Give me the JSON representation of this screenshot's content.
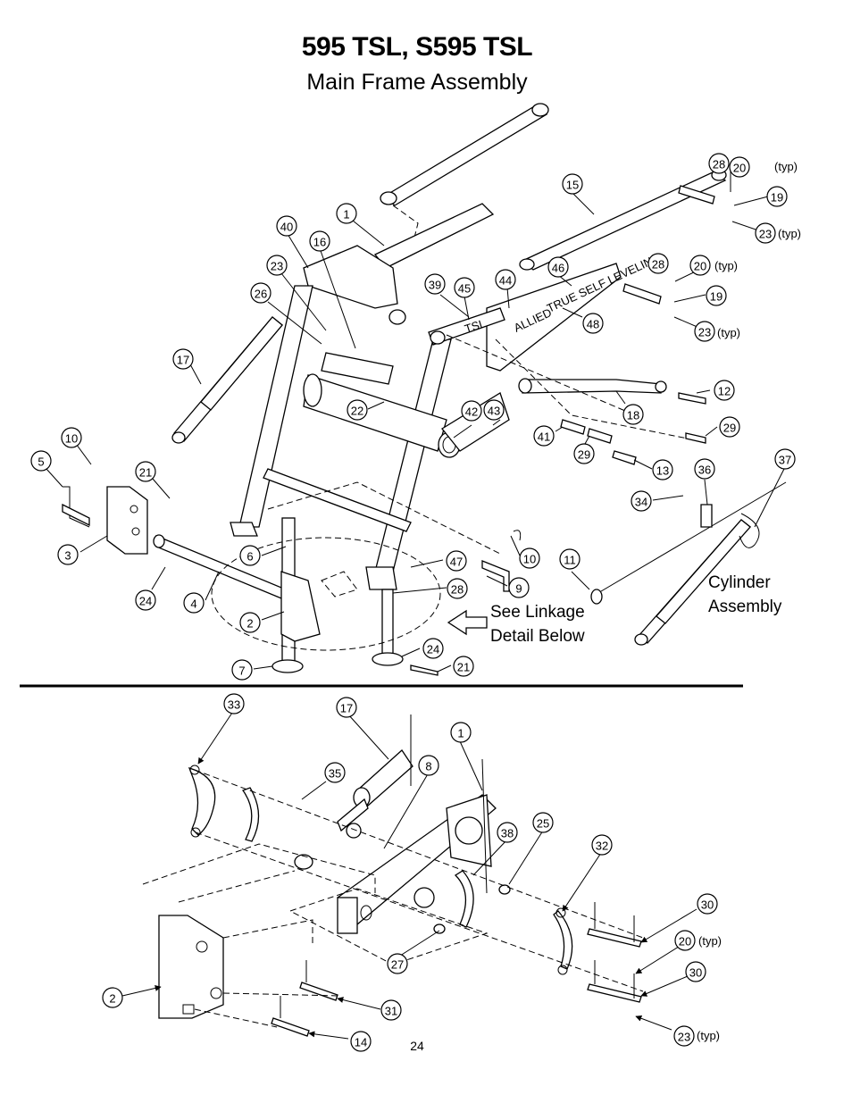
{
  "page": {
    "title": "595 TSL, S595 TSL",
    "subtitle": "Main Frame Assembly",
    "page_number": "24"
  },
  "labels": {
    "cylinder_assembly_line1": "Cylinder",
    "cylinder_assembly_line2": "Assembly",
    "see_linkage_line1": "See Linkage",
    "see_linkage_line2": "Detail Below",
    "typ": "(typ)",
    "decal_allied": "ALLIED",
    "decal_true_self_leveling": "TRUE SELF LEVELING",
    "decal_tsl": "TSL"
  },
  "callouts_top": [
    "28",
    "20",
    "19",
    "23",
    "15",
    "1",
    "40",
    "16",
    "23",
    "26",
    "39",
    "45",
    "44",
    "46",
    "28",
    "20",
    "19",
    "23",
    "48",
    "17",
    "22",
    "42",
    "43",
    "12",
    "18",
    "29",
    "41",
    "29",
    "13",
    "10",
    "5",
    "21",
    "36",
    "37",
    "34",
    "3",
    "6",
    "47",
    "10",
    "11",
    "9",
    "28",
    "24",
    "4",
    "2",
    "7",
    "24",
    "21"
  ],
  "callouts_bottom": [
    "33",
    "17",
    "1",
    "8",
    "35",
    "38",
    "25",
    "32",
    "30",
    "20",
    "27",
    "30",
    "2",
    "31",
    "23",
    "14"
  ],
  "colors": {
    "ink": "#000000",
    "paper": "#ffffff"
  }
}
